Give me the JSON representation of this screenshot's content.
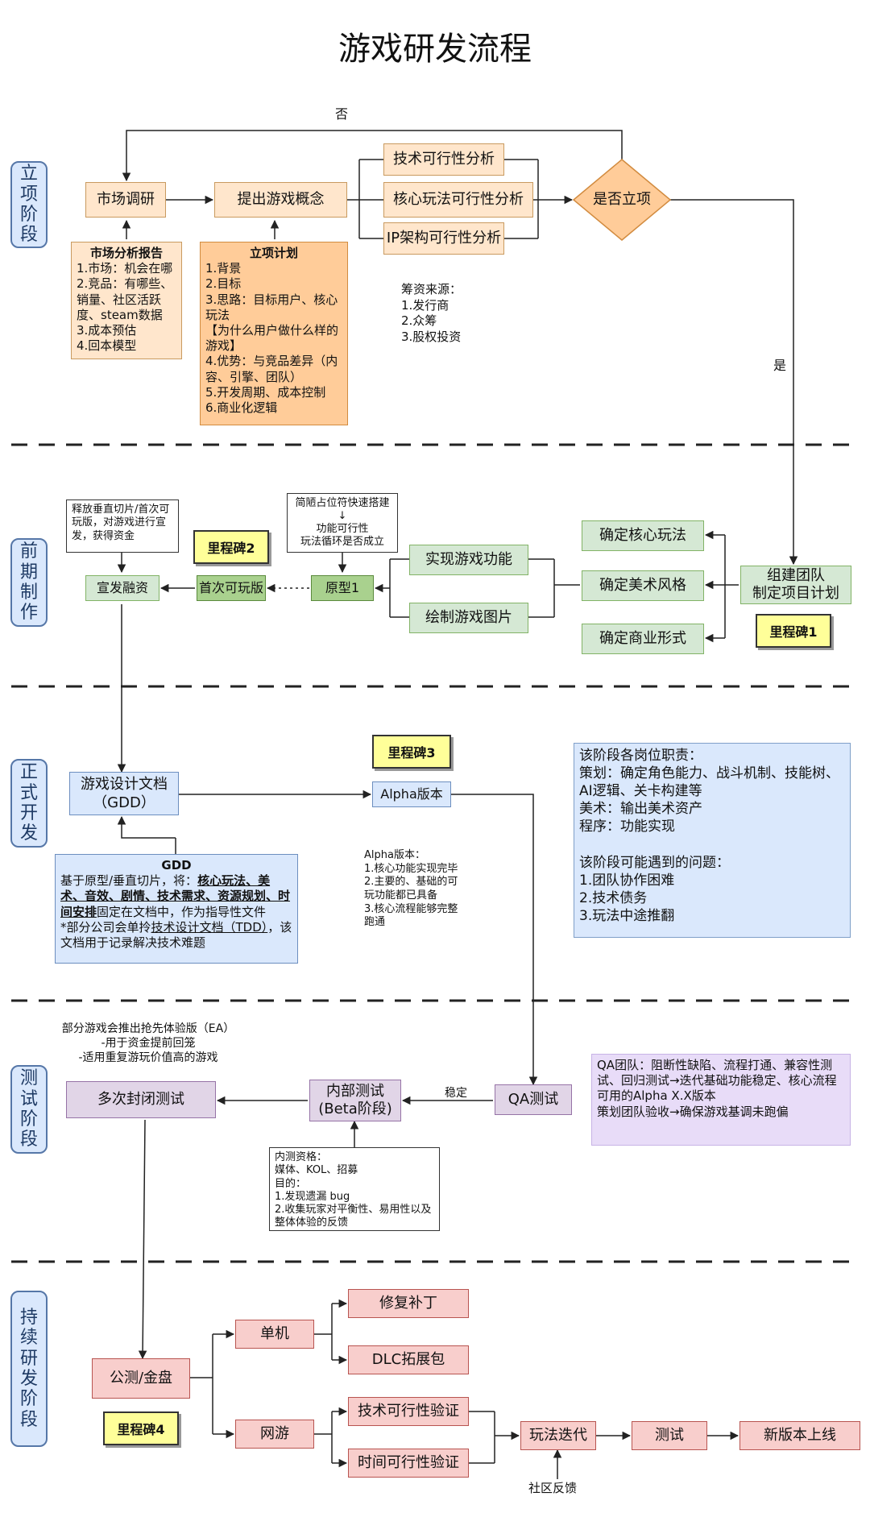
{
  "title": "游戏研发流程",
  "stages": [
    "立\n项\n阶\n段",
    "前\n期\n制\n作",
    "正\n式\n开\n发",
    "测\n试\n阶\n段",
    "持\n续\n研\n发\n阶\n段"
  ],
  "milestones": [
    "里程碑1",
    "里程碑2",
    "里程碑3",
    "里程碑4"
  ],
  "approval": {
    "market_research": "市场调研",
    "propose_concept": "提出游戏概念",
    "tech_feasibility": "技术可行性分析",
    "core_feasibility": "核心玩法可行性分析",
    "ip_feasibility": "IP架构可行性分析",
    "decision": "是否立项",
    "label_no": "否",
    "label_yes": "是",
    "market_report_title": "市场分析报告",
    "market_report_body": "1.市场：机会在哪\n2.竞品：有哪些、销量、社区活跃度、steam数据\n3.成本预估\n4.回本模型",
    "plan_title": "立项计划",
    "plan_body": "1.背景\n2.目标\n3.思路：目标用户、核心玩法\n【为什么用户做什么样的游戏】\n4.优势：与竞品差异（内容、引擎、团队）\n5.开发周期、成本控制\n6.商业化逻辑",
    "funding": "筹资来源：\n1.发行商\n2.众筹\n3.股权投资"
  },
  "preprod": {
    "team": "组建团队\n制定项目计划",
    "core": "确定核心玩法",
    "art": "确定美术风格",
    "biz": "确定商业形式",
    "implement": "实现游戏功能",
    "draw": "绘制游戏图片",
    "proto": "原型1",
    "playable": "首次可玩版",
    "promo": "宣发融资",
    "proto_note": "简陋占位符快速搭建\n↓\n功能可行性\n玩法循环是否成立",
    "promo_note": "释放垂直切片/首次可玩版，对游戏进行宣发，获得资金"
  },
  "dev": {
    "gdd": "游戏设计文档\n（GDD）",
    "alpha": "Alpha版本",
    "gdd_note_title": "GDD",
    "gdd_note_a": "基于原型/垂直切片，将：",
    "gdd_note_b": "核心玩法、美术、音效、剧情、技术需求、资源规划、时间安排",
    "gdd_note_c": "固定在文档中，作为指导性文件\n*部分公司会单拎",
    "gdd_note_d": "技术设计文档（TDD）",
    "gdd_note_e": "，该文档用于记录解决技术难题",
    "alpha_note": "Alpha版本：\n1.核心功能实现完毕\n2.主要的、基础的可玩功能都已具备\n3.核心流程能够完整跑通",
    "roles_note": "该阶段各岗位职责：\n策划：确定角色能力、战斗机制、技能树、AI逻辑、关卡构建等\n美术：输出美术资产\n程序：功能实现\n\n该阶段可能遇到的问题：\n1.团队协作困难\n2.技术债务\n3.玩法中途推翻"
  },
  "test": {
    "qa": "QA测试",
    "beta": "内部测试\n(Beta阶段)",
    "closed": "多次封闭测试",
    "stable": "稳定",
    "ea_note": "部分游戏会推出抢先体验版（EA）\n-用于资金提前回笼\n-适用重复游玩价值高的游戏",
    "beta_note": "内测资格：\n媒体、KOL、招募\n目的：\n1.发现遗漏 bug\n2.收集玩家对平衡性、易用性以及整体体验的反馈",
    "qa_note": "QA团队：阻断性缺陷、流程打通、兼容性测试、回归测试→迭代基础功能稳定、核心流程可用的Alpha X.X版本\n策划团队验收→确保游戏基调未跑偏"
  },
  "live": {
    "release": "公测/金盘",
    "single": "单机",
    "online": "网游",
    "patch": "修复补丁",
    "dlc": "DLC拓展包",
    "tech_verify": "技术可行性验证",
    "time_verify": "时间可行性验证",
    "iterate": "玩法迭代",
    "testing": "测试",
    "launch": "新版本上线",
    "feedback": "社区反馈"
  }
}
